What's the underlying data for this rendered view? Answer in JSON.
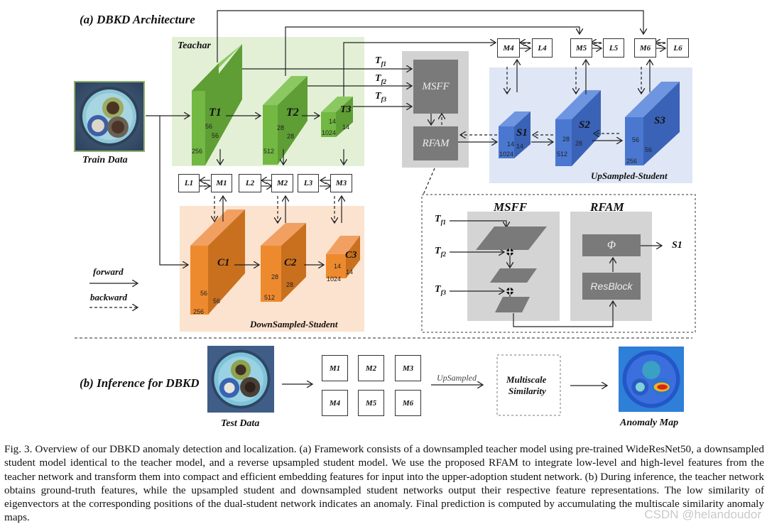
{
  "figure": {
    "section_a_title": "(a) DBKD Architecture",
    "section_b_title": "(b) Inference for DBKD",
    "teacher": {
      "label": "Teachar",
      "blocks": [
        {
          "name": "T1",
          "dims": [
            "56",
            "56",
            "256"
          ]
        },
        {
          "name": "T2",
          "dims": [
            "28",
            "28",
            "512"
          ]
        },
        {
          "name": "T3",
          "dims": [
            "14",
            "14",
            "1024"
          ]
        }
      ],
      "features": [
        "T",
        "T",
        "T"
      ],
      "feature_subs": [
        "f1",
        "f2",
        "f3"
      ]
    },
    "train_data_label": "Train Data",
    "test_data_label": "Test Data",
    "msff_label": "MSFF",
    "rfam_label": "RFAM",
    "upsampled_student": {
      "label": "UpSampled-Student",
      "blocks": [
        {
          "name": "S1",
          "dims": [
            "14",
            "14",
            "1024"
          ]
        },
        {
          "name": "S2",
          "dims": [
            "28",
            "28",
            "512"
          ]
        },
        {
          "name": "S3",
          "dims": [
            "56",
            "56",
            "256"
          ]
        }
      ]
    },
    "downsampled_student": {
      "label": "DownSampled-Student",
      "blocks": [
        {
          "name": "C1",
          "dims": [
            "56",
            "56",
            "256"
          ]
        },
        {
          "name": "C2",
          "dims": [
            "28",
            "28",
            "512"
          ]
        },
        {
          "name": "C3",
          "dims": [
            "14",
            "14",
            "1024"
          ]
        }
      ]
    },
    "top_modules": [
      {
        "m": "M4",
        "l": "L4"
      },
      {
        "m": "M5",
        "l": "L5"
      },
      {
        "m": "M6",
        "l": "L6"
      }
    ],
    "mid_modules": [
      {
        "m": "M1",
        "l": "L1"
      },
      {
        "m": "M2",
        "l": "L2"
      },
      {
        "m": "M3",
        "l": "L3"
      }
    ],
    "legend": {
      "forward": "forward",
      "backward": "backward"
    },
    "detail": {
      "msff_title": "MSFF",
      "rfam_title": "RFAM",
      "phi": "Φ",
      "resblock": "ResBlock",
      "output": "S1"
    },
    "inference": {
      "grid": [
        "M1",
        "M2",
        "M3",
        "M4",
        "M5",
        "M6"
      ],
      "upsampled_label": "UpSampled",
      "similarity_label_1": "Multiscale",
      "similarity_label_2": "Similarity",
      "anomaly_map_label": "Anomaly Map"
    },
    "colors": {
      "teacher_bg": "#e3f0d6",
      "teacher_cube": "#72b843",
      "student_up_bg": "#dfe6f5",
      "student_up_cube": "#4a78d0",
      "student_down_bg": "#fbe3cf",
      "student_down_cube": "#ee8a2e",
      "module_gray": "#7a7a7a",
      "module_bg": "#d4d4d4"
    }
  },
  "caption": "Fig. 3.   Overview of our DBKD anomaly detection and localization. (a) Framework consists of a downsampled teacher model using pre-trained WideResNet50, a downsampled student model identical to the teacher model, and a reverse upsampled student model. We use the proposed RFAM to integrate low-level and high-level features from the teacher network and transform them into compact and efficient embedding features for input into the upper-adoption student network. (b) During inference, the teacher network obtains ground-truth features, while the upsampled student and downsampled student networks output their respective feature representations. The low similarity of eigenvectors at the corresponding positions of the dual-student network indicates an anomaly. Final prediction is computed by accumulating the multiscale similarity anomaly maps.",
  "watermark": "CSDN @helandoudor"
}
